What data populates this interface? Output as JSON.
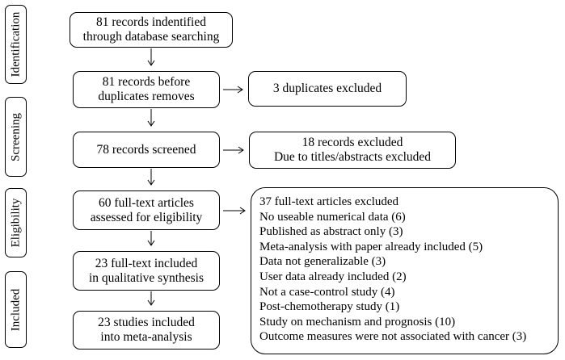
{
  "phases": {
    "identification": "Identification",
    "screening": "Screening",
    "eligibility": "Eligibility",
    "included": "Included"
  },
  "boxes": {
    "identified": {
      "line1": "81 records indentified",
      "line2": "through database searching"
    },
    "before_duplicates": {
      "line1": "81  records before",
      "line2": "duplicates removes"
    },
    "duplicates_excluded": {
      "line1": "3 duplicates excluded"
    },
    "screened": {
      "line1": "78 records screened"
    },
    "records_excluded": {
      "line1": "18 records excluded",
      "line2": "Due to titles/abstracts excluded"
    },
    "fulltext_assessed": {
      "line1": "60   full-text articles",
      "line2": "assessed for eligibility"
    },
    "qualitative": {
      "line1": "23 full-text included",
      "line2": "in qualitative synthesis"
    },
    "meta_analysis": {
      "line1": "23 studies included",
      "line2": "into meta-analysis"
    }
  },
  "fulltext_excluded": {
    "title": "37 full-text articles excluded",
    "reasons": [
      "No useable numerical data (6)",
      "Published as abstract only (3)",
      "Meta-analysis with paper already included (5)",
      "Data not generalizable (3)",
      "User data already included (2)",
      "Not a case-control study (4)",
      "Post-chemotherapy study (1)",
      "Study on mechanism and prognosis (10)",
      "Outcome measures were not associated with  cancer (3)"
    ]
  }
}
